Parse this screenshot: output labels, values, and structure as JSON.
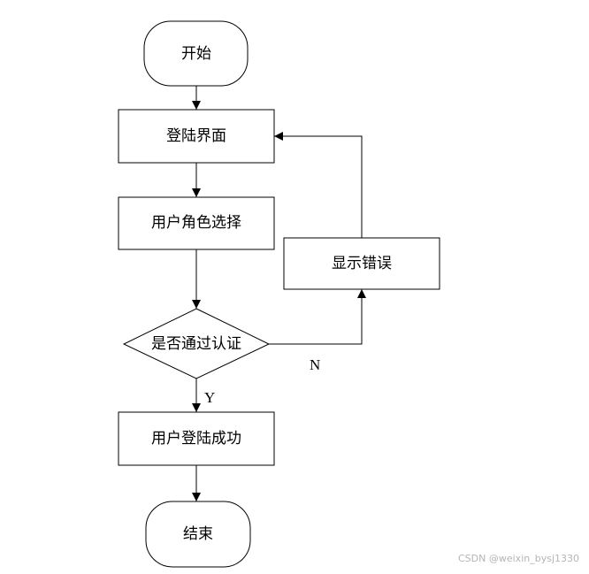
{
  "diagram": {
    "nodes": {
      "start": {
        "label": "开始",
        "shape": "terminal"
      },
      "login_page": {
        "label": "登陆界面",
        "shape": "process"
      },
      "role_select": {
        "label": "用户角色选择",
        "shape": "process"
      },
      "auth_check": {
        "label": "是否通过认证",
        "shape": "decision"
      },
      "show_error": {
        "label": "显示错误",
        "shape": "process"
      },
      "login_success": {
        "label": "用户登陆成功",
        "shape": "process"
      },
      "end": {
        "label": "结束",
        "shape": "terminal"
      }
    },
    "edges": [
      {
        "from": "start",
        "to": "login_page",
        "label": ""
      },
      {
        "from": "login_page",
        "to": "role_select",
        "label": ""
      },
      {
        "from": "role_select",
        "to": "auth_check",
        "label": ""
      },
      {
        "from": "auth_check",
        "to": "login_success",
        "label": "Y"
      },
      {
        "from": "auth_check",
        "to": "show_error",
        "label": "N"
      },
      {
        "from": "show_error",
        "to": "login_page",
        "label": ""
      },
      {
        "from": "login_success",
        "to": "end",
        "label": ""
      }
    ],
    "colors": {
      "stroke": "#000000",
      "fill": "#ffffff",
      "text": "#000000"
    }
  },
  "watermark": {
    "text": "CSDN @weixin_bysj1330",
    "color": "#b5b5b5"
  }
}
